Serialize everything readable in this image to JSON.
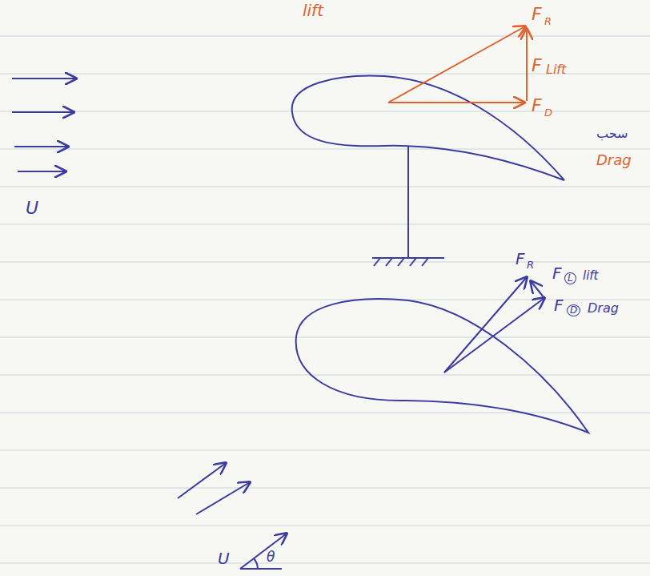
{
  "diagram": {
    "labels": [
      "lift",
      "F",
      "R",
      "F",
      "Lift",
      "F",
      "D",
      "سحب",
      "Drag",
      "U",
      "F",
      "R",
      "F",
      "L",
      "lift",
      "F",
      "D",
      "Drag",
      "U",
      "θ"
    ]
  }
}
